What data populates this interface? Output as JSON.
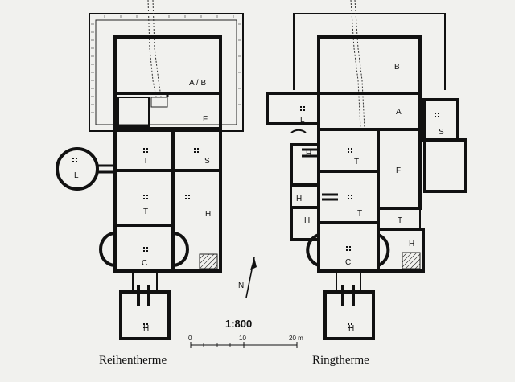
{
  "scale": {
    "label": "1:800",
    "ticks": [
      "0",
      "10",
      "20 m"
    ]
  },
  "plans": [
    {
      "title": "Reihentherme",
      "rooms": {
        "ab": "A / B",
        "f": "F",
        "s": "S",
        "t1": "T",
        "t2": "T",
        "h": "H",
        "c": "C",
        "l": "L",
        "h_annex": "H"
      }
    },
    {
      "title": "Ringtherme",
      "rooms": {
        "b": "B",
        "a": "A",
        "s": "S",
        "l": "L",
        "f": "F",
        "t1": "T",
        "t2": "T",
        "t3": "T",
        "h1": "H",
        "h2": "H",
        "h3": "H",
        "h4": "H",
        "c": "C",
        "h_annex": "H"
      }
    }
  ],
  "colors": {
    "paper": "#f1f1ee",
    "ink": "#111111"
  },
  "icons": [
    "north-arrow-icon",
    "hypocaust-pillar-icon"
  ]
}
